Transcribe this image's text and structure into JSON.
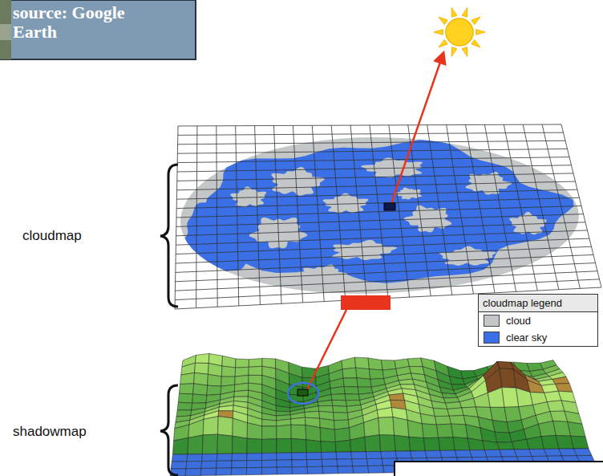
{
  "diagram": {
    "nodes": [
      {
        "text": [
          "source: Google Earth"
        ]
      }
    ],
    "labels": [
      "cloudmap",
      "shadowmap",
      "cloudmap legend"
    ],
    "legend": [
      {
        "text": "cloud",
        "color": "#c3c7c7"
      },
      {
        "text": "clear sky",
        "color": "#3a6fe6"
      }
    ]
  }
}
